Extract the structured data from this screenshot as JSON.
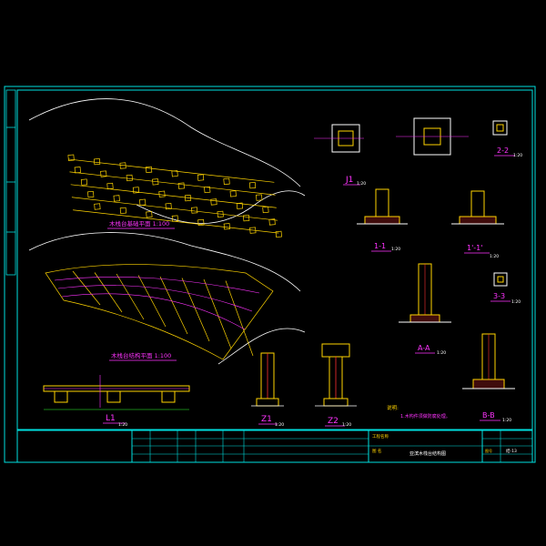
{
  "drawing": {
    "views": {
      "plan1": "木栈台基础平面 1:100",
      "plan2": "木栈台结构平面 1:100",
      "beam": "L1",
      "beam_scale": "1:20",
      "z1": "Z1",
      "z2": "Z2",
      "z_scale": "1:20",
      "j1": "J1",
      "j1_scale": "1:20",
      "s11": "1-1",
      "s11_scale": "1:20",
      "s11p": "1'-1'",
      "s11p_scale": "1:20",
      "s22": "2-2",
      "s22_scale": "1:20",
      "s33": "3-3",
      "s33_scale": "1:20",
      "saa": "A-A",
      "saa_scale": "1:20",
      "sbb": "B-B",
      "sbb_scale": "1:20"
    },
    "notes_title": "说明:",
    "note1": "1.木构件须做防腐处理。"
  },
  "title_block": {
    "project_label": "工程名称",
    "drawing_label": "图 名",
    "drawing_title": "亚滨木栈台结构图",
    "number_label": "图号",
    "sheet_no": "结-13"
  },
  "colors": {
    "frame": "#00e0e0",
    "plan": "#ffd400",
    "magenta": "#ff33ff",
    "green": "#33ff33",
    "white": "#ffffff",
    "red": "#ff3030"
  }
}
